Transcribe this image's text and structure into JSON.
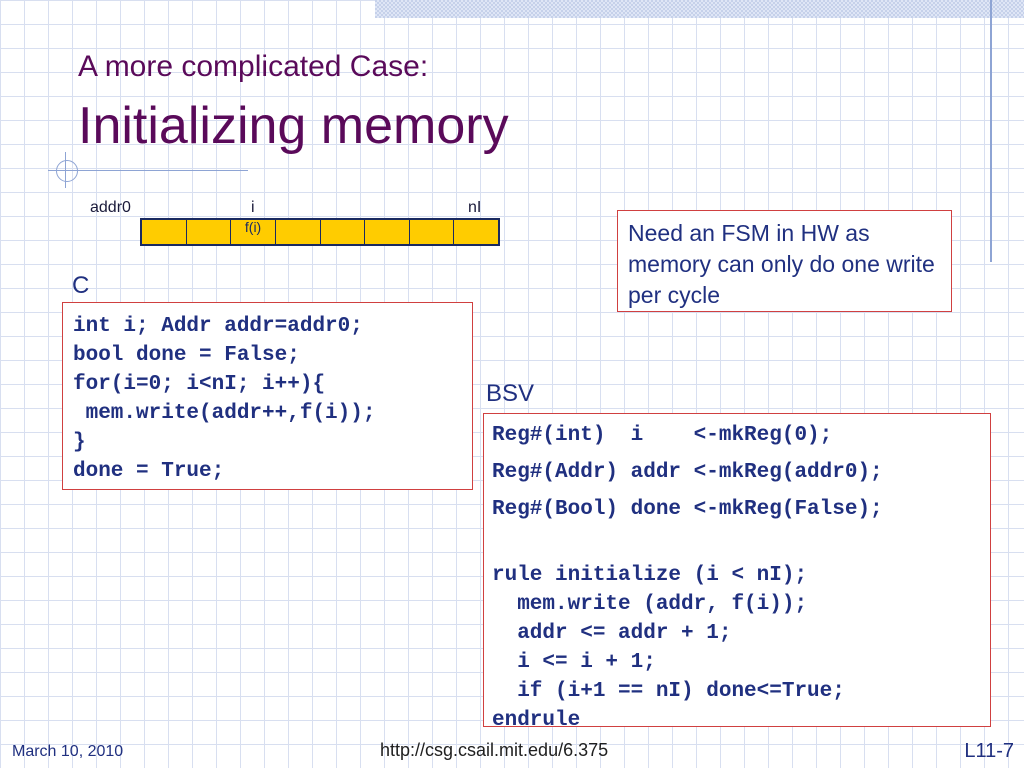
{
  "slide": {
    "subtitle": "A more complicated Case:",
    "title": "Initializing memory"
  },
  "array": {
    "labels": {
      "addr0": "addr0",
      "i": "i",
      "nI": "nI"
    },
    "cell_label": "f(i)",
    "cell_count": 8,
    "fill_color": "#ffcc00"
  },
  "note": "Need an FSM in HW as memory can only do one write per cycle",
  "c_section": {
    "label": "C",
    "code": [
      "int i; Addr addr=addr0;",
      "bool done = False;",
      "for(i=0; i<nI; i++){",
      " mem.write(addr++,f(i));",
      "}",
      "done = True;"
    ]
  },
  "bsv_section": {
    "label": "BSV",
    "code": [
      "Reg#(int)  i    <-mkReg(0);",
      "Reg#(Addr) addr <-mkReg(addr0);",
      "Reg#(Bool) done <-mkReg(False);",
      "",
      "rule initialize (i < nI);",
      "  mem.write (addr, f(i));",
      "  addr <= addr + 1;",
      "  i <= i + 1;",
      "  if (i+1 == nI) done<=True;",
      "endrule"
    ]
  },
  "footer": {
    "date": "March 10, 2010",
    "url": "http://csg.csail.mit.edu/6.375",
    "page": "L11-7"
  },
  "colors": {
    "title": "#5a0a5a",
    "text": "#203080",
    "box_border": "#d04040",
    "grid": "#d8dff0"
  }
}
